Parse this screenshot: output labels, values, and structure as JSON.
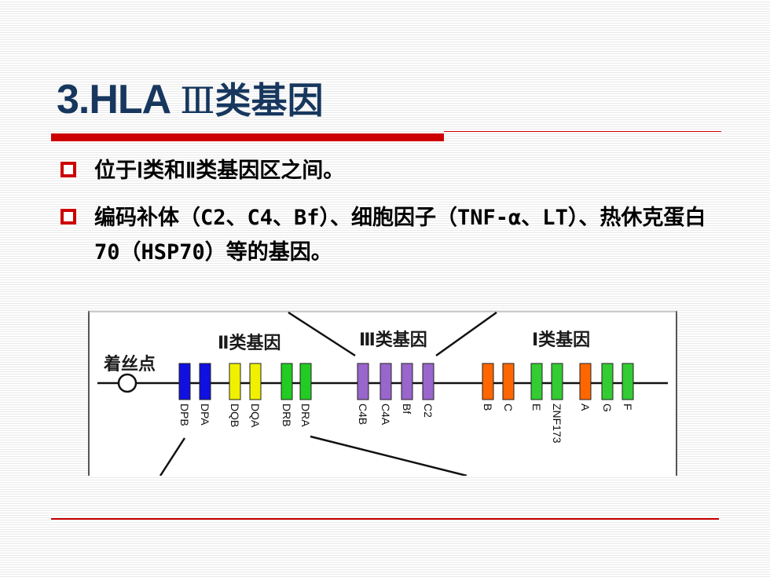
{
  "slide": {
    "title": {
      "main": "3.HLA ",
      "numeral": "Ⅲ",
      "rest": "类基因"
    },
    "bullets": [
      {
        "text": "位于Ⅰ类和Ⅱ类基因区之间。"
      },
      {
        "text": "编码补体（C2、C4、Bf）、细胞因子（TNF-α、LT）、热休克蛋白70（HSP70）等的基因。"
      }
    ],
    "colors": {
      "title": "#17375e",
      "accent": "#cc0000",
      "class2_dp": "#1010e0",
      "class2_dq": "#f0f000",
      "class2_dr": "#22cc22",
      "class3": "#9966cc",
      "class1_orange": "#ff6600",
      "class1_green": "#33cc33"
    }
  },
  "diagram": {
    "centromere_label": "着丝点",
    "region_labels": {
      "class2": "Ⅱ类基因",
      "class3": "Ⅲ类基因",
      "class1": "Ⅰ类基因"
    },
    "genes": [
      "DPB",
      "DPA",
      "DQB",
      "DQA",
      "DRB",
      "DRA",
      "C4B",
      "C4A",
      "Bf",
      "C2",
      "B",
      "C",
      "E",
      "ZNF173",
      "A",
      "G",
      "F"
    ]
  }
}
